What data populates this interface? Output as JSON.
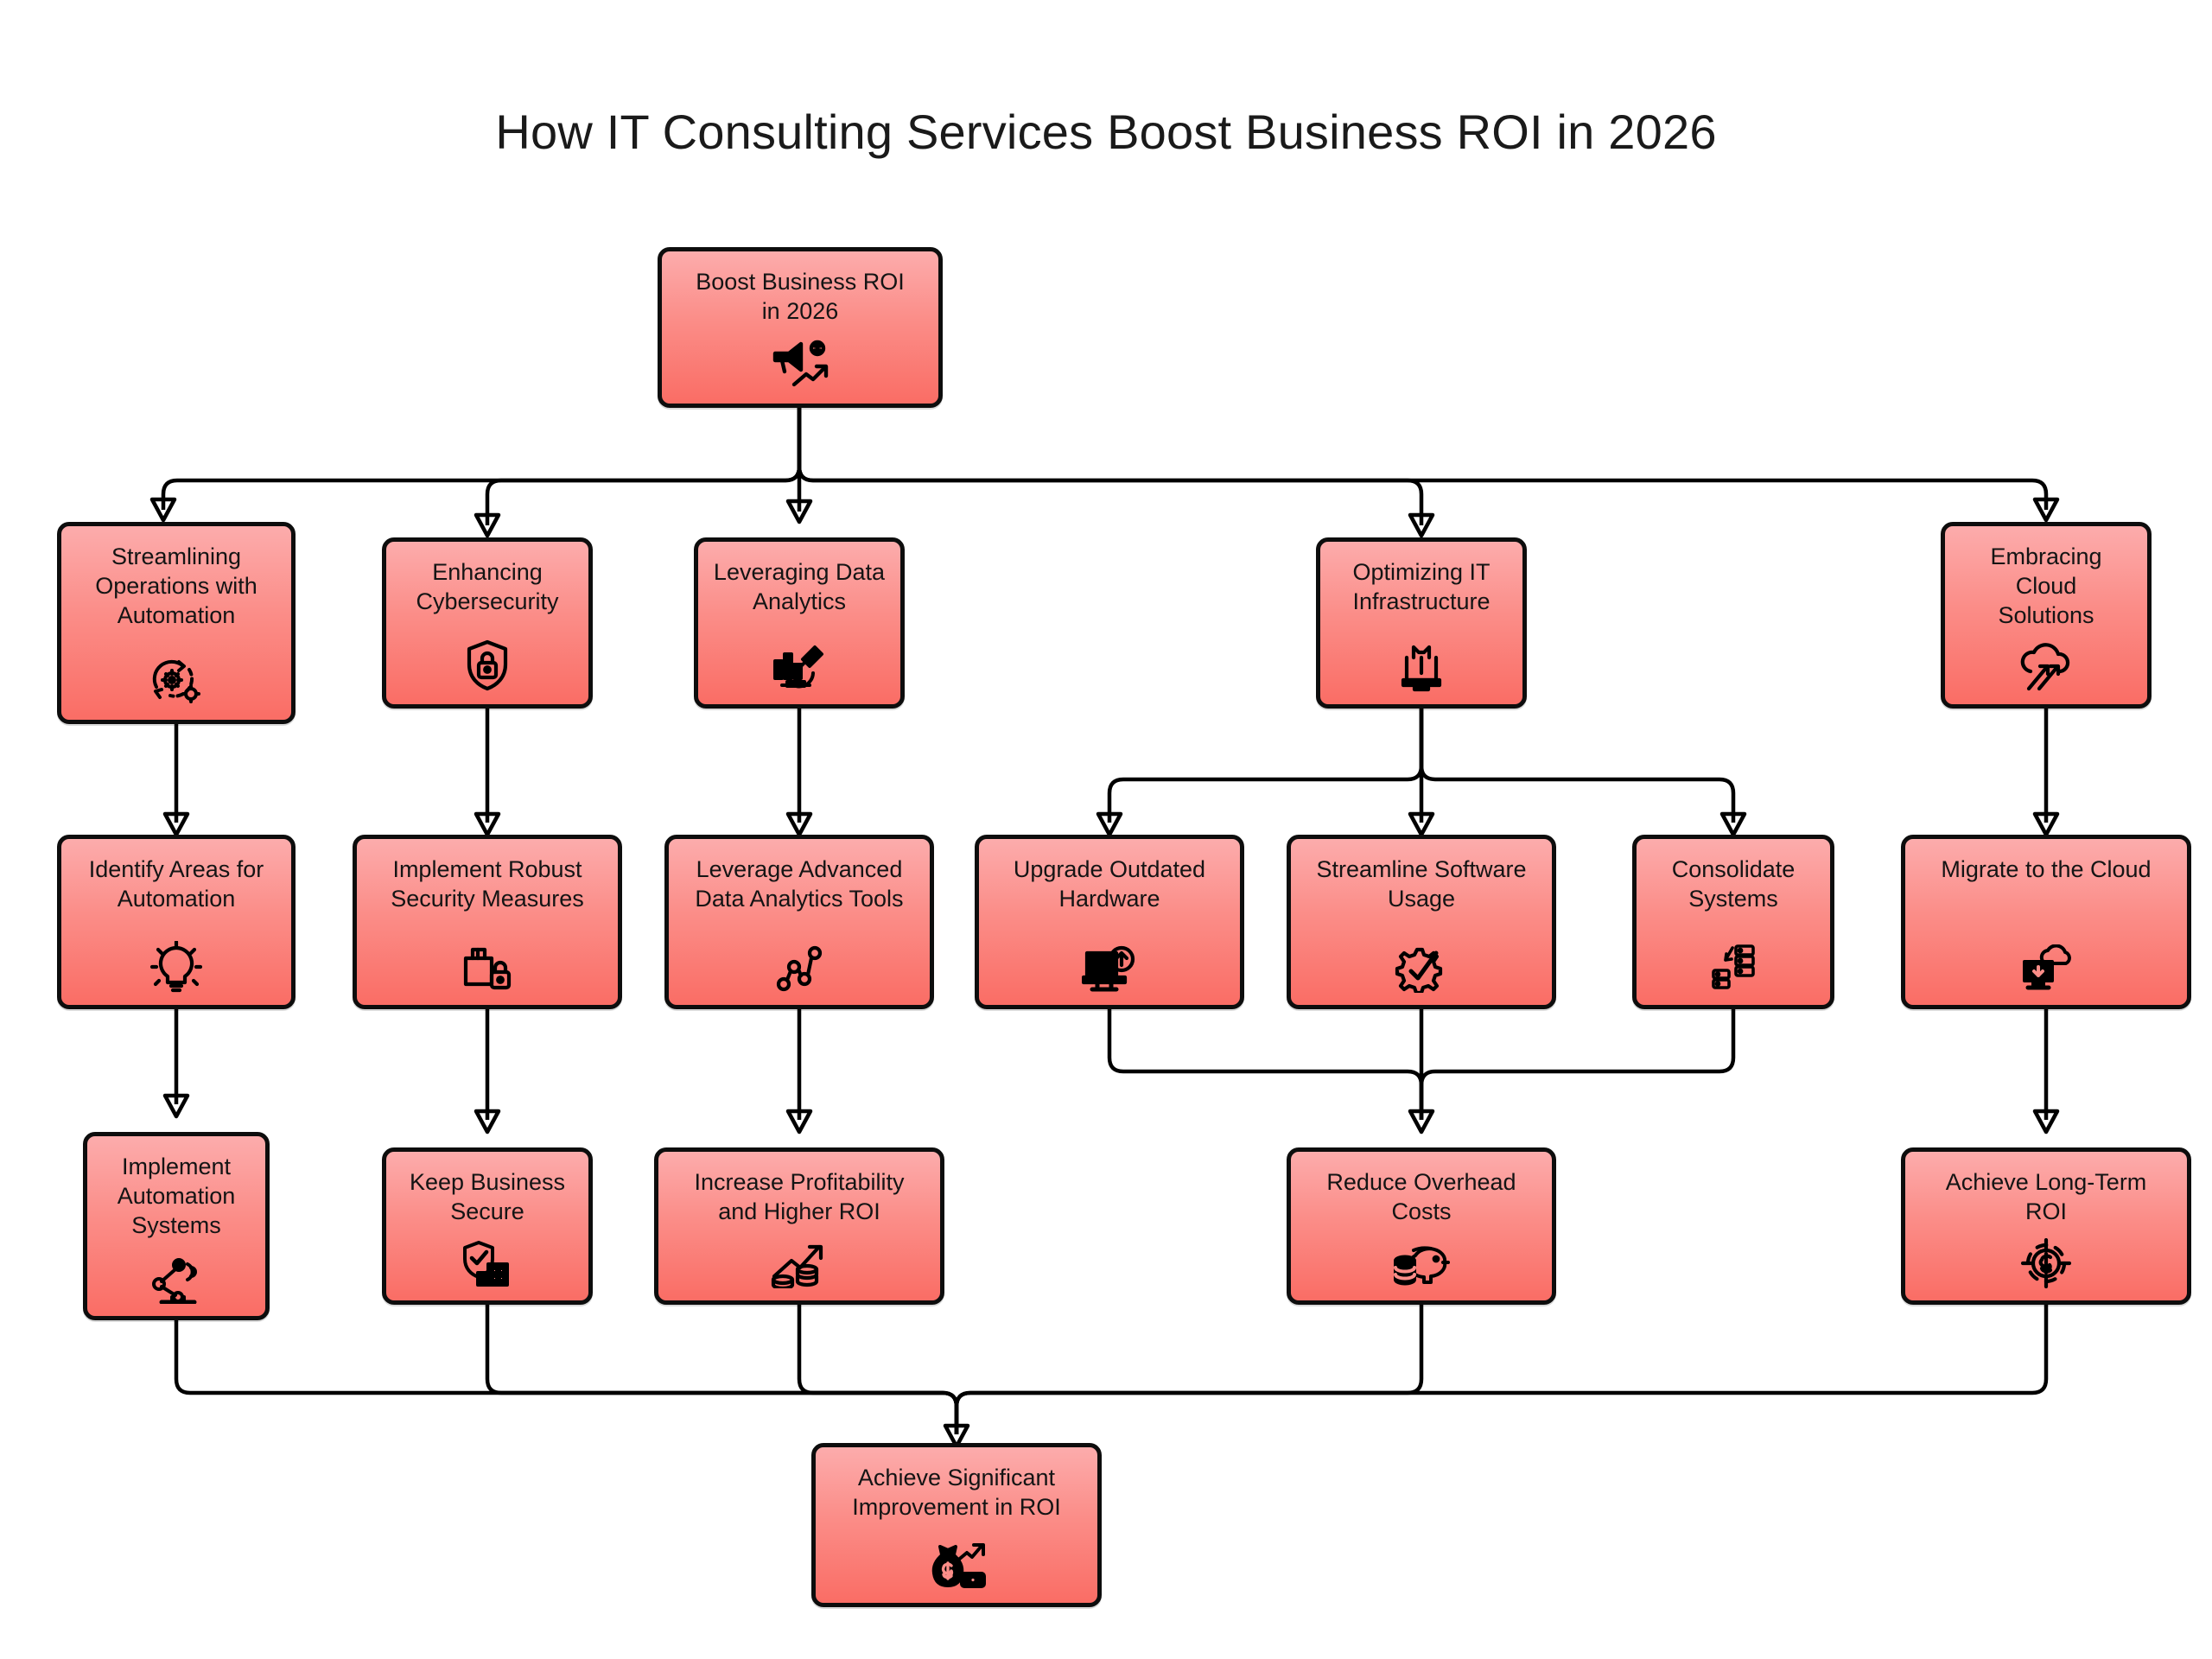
{
  "title": "How IT Consulting Services Boost Business ROI in 2026",
  "colors": {
    "node_fill_top": "#fcacac",
    "node_fill_bottom": "#fa6d65",
    "node_border": "#0d0d0d",
    "edge": "#000000",
    "text": "#141414",
    "background": "#ffffff"
  },
  "chart_data": {
    "type": "diagram",
    "diagram_type": "flowchart",
    "direction": "top-down",
    "title": "How IT Consulting Services Boost Business ROI in 2026",
    "nodes": [
      {
        "id": "root",
        "label": "Boost Business ROI\nin 2026",
        "icon": "megaphone-growth-dollar-icon",
        "level": 0
      },
      {
        "id": "automation",
        "label": "Streamlining\nOperations with\nAutomation",
        "icon": "gears-cycle-icon",
        "level": 1
      },
      {
        "id": "cyber",
        "label": "Enhancing\nCybersecurity",
        "icon": "shield-lock-icon",
        "level": 1
      },
      {
        "id": "analytics",
        "label": "Leveraging Data\nAnalytics",
        "icon": "microscope-chart-icon",
        "level": 1
      },
      {
        "id": "infra",
        "label": "Optimizing IT\nInfrastructure",
        "icon": "toolbox-wrench-icon",
        "level": 1
      },
      {
        "id": "cloud",
        "label": "Embracing Cloud\nSolutions",
        "icon": "cloud-arrows-icon",
        "level": 1
      },
      {
        "id": "identify",
        "label": "Identify Areas for\nAutomation",
        "icon": "gear-bulb-icon",
        "level": 2
      },
      {
        "id": "security",
        "label": "Implement Robust\nSecurity Measures",
        "icon": "folder-lock-icon",
        "level": 2
      },
      {
        "id": "tools",
        "label": "Leverage Advanced\nData Analytics Tools",
        "icon": "scatter-line-icon",
        "level": 2
      },
      {
        "id": "hardware",
        "label": "Upgrade Outdated\nHardware",
        "icon": "monitor-upload-icon",
        "level": 2
      },
      {
        "id": "software",
        "label": "Streamline Software\nUsage",
        "icon": "gear-check-icon",
        "level": 2
      },
      {
        "id": "consolidate",
        "label": "Consolidate\nSystems",
        "icon": "server-stack-icon",
        "level": 2
      },
      {
        "id": "migrate",
        "label": "Migrate to the Cloud",
        "icon": "cloud-monitor-download-icon",
        "level": 2
      },
      {
        "id": "autosys",
        "label": "Implement\nAutomation\nSystems",
        "icon": "robot-arm-icon",
        "level": 3
      },
      {
        "id": "secure",
        "label": "Keep Business\nSecure",
        "icon": "shield-check-building-icon",
        "level": 3
      },
      {
        "id": "profit",
        "label": "Increase Profitability\nand Higher ROI",
        "icon": "growth-coins-icon",
        "level": 3
      },
      {
        "id": "overhead",
        "label": "Reduce Overhead\nCosts",
        "icon": "piggy-bank-coins-icon",
        "level": 3
      },
      {
        "id": "longterm",
        "label": "Achieve Long-Term\nROI",
        "icon": "target-dollar-icon",
        "level": 3
      },
      {
        "id": "final",
        "label": "Achieve Significant\nImprovement in ROI",
        "icon": "money-bag-growth-icon",
        "level": 4
      }
    ],
    "edges": [
      {
        "from": "root",
        "to": "automation"
      },
      {
        "from": "root",
        "to": "cyber"
      },
      {
        "from": "root",
        "to": "analytics"
      },
      {
        "from": "root",
        "to": "infra"
      },
      {
        "from": "root",
        "to": "cloud"
      },
      {
        "from": "automation",
        "to": "identify"
      },
      {
        "from": "cyber",
        "to": "security"
      },
      {
        "from": "analytics",
        "to": "tools"
      },
      {
        "from": "infra",
        "to": "hardware"
      },
      {
        "from": "infra",
        "to": "software"
      },
      {
        "from": "infra",
        "to": "consolidate"
      },
      {
        "from": "cloud",
        "to": "migrate"
      },
      {
        "from": "identify",
        "to": "autosys"
      },
      {
        "from": "security",
        "to": "secure"
      },
      {
        "from": "tools",
        "to": "profit"
      },
      {
        "from": "hardware",
        "to": "overhead"
      },
      {
        "from": "software",
        "to": "overhead"
      },
      {
        "from": "consolidate",
        "to": "overhead"
      },
      {
        "from": "migrate",
        "to": "longterm"
      },
      {
        "from": "autosys",
        "to": "final"
      },
      {
        "from": "secure",
        "to": "final"
      },
      {
        "from": "profit",
        "to": "final"
      },
      {
        "from": "overhead",
        "to": "final"
      },
      {
        "from": "longterm",
        "to": "final"
      }
    ]
  }
}
